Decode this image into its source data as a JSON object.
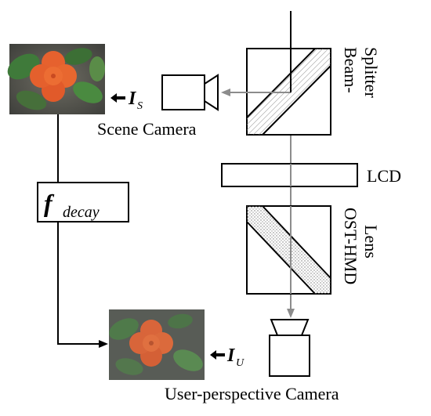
{
  "labels": {
    "scene_camera": "Scene Camera",
    "beam_splitter_line1": "Beam-",
    "beam_splitter_line2": "Splitter",
    "lcd": "LCD",
    "hmd_line1": "OST-HMD",
    "hmd_line2": "Lens",
    "user_camera": "User-perspective Camera"
  },
  "symbols": {
    "is_main": "I",
    "is_sub": "S",
    "iu_main": "I",
    "iu_sub": "U",
    "fdecay_main": "f",
    "fdecay_sub": "decay"
  },
  "images": {
    "scene_photo": "orange-flower-photo",
    "user_photo": "orange-flower-photo-dimmed"
  },
  "colors": {
    "ray": "#8c8c8c",
    "flower": "#e6612e",
    "leaves": "#3f7a3a",
    "background_dark": "#5b5b58"
  }
}
